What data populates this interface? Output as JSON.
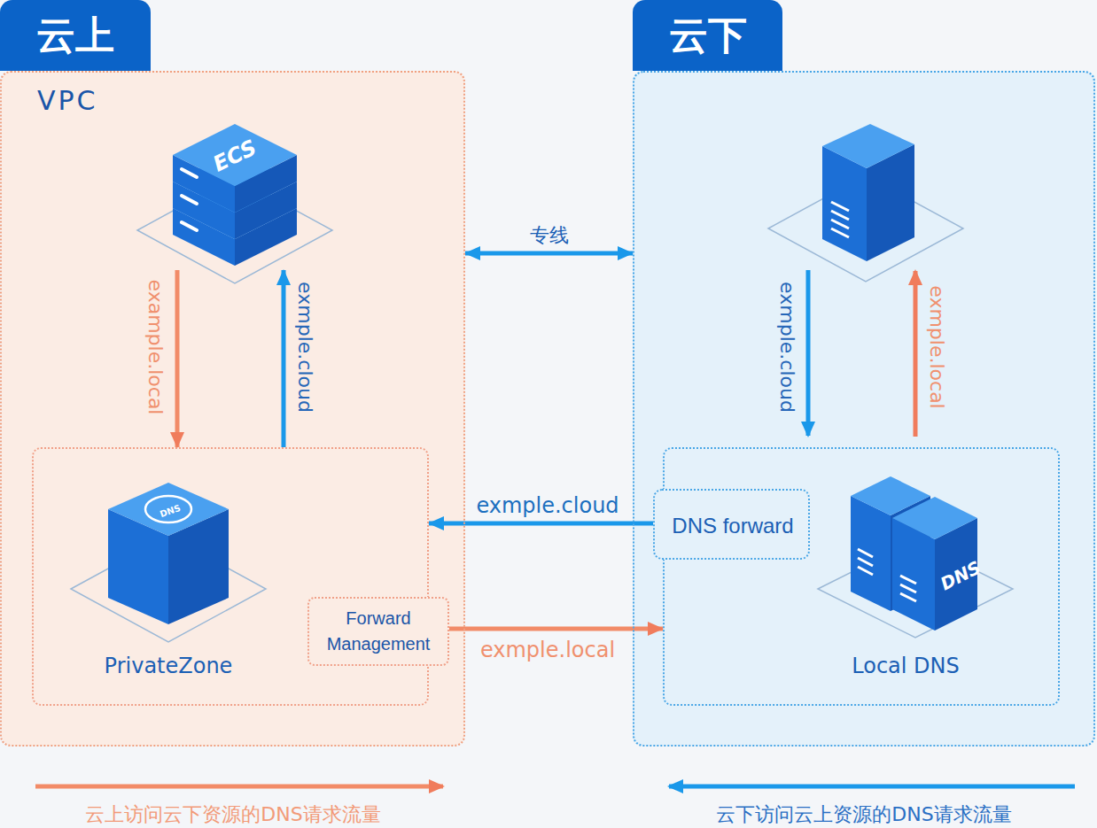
{
  "diagram": {
    "nodes": [
      {
        "text": [
          "云上",
          "VPC"
        ]
      },
      {
        "text": [
          "ECS"
        ],
        "in": 0
      },
      {
        "text": [
          "DNS",
          "PrivateZone"
        ],
        "in": 0
      },
      {
        "text": [
          "Forward Management"
        ],
        "in": 2
      },
      {
        "text": [
          "云下"
        ]
      },
      {
        "text": [
          "DNS",
          "Local DNS"
        ],
        "in": 4
      },
      {
        "text": [
          "DNS forward"
        ],
        "in": 5
      }
    ],
    "edges": [
      {
        "from": 1,
        "to": 2,
        "label": "example.local",
        "arrow": "to"
      },
      {
        "from": 2,
        "to": 1,
        "label": "exmple.cloud",
        "arrow": "to"
      },
      {
        "from": 0,
        "to": 4,
        "label": "专线",
        "arrow": "both"
      },
      {
        "from": 6,
        "to": 2,
        "label": "exmple.cloud",
        "arrow": "to"
      },
      {
        "from": 3,
        "to": 5,
        "label": "exmple.local",
        "arrow": "to"
      }
    ],
    "labels": [
      "exmple.cloud",
      "exmple.local"
    ],
    "legend": [
      {
        "text": "云上访问云下资源的DNS请求流量"
      },
      {
        "text": "云下访问云上资源的DNS请求流量"
      }
    ]
  }
}
